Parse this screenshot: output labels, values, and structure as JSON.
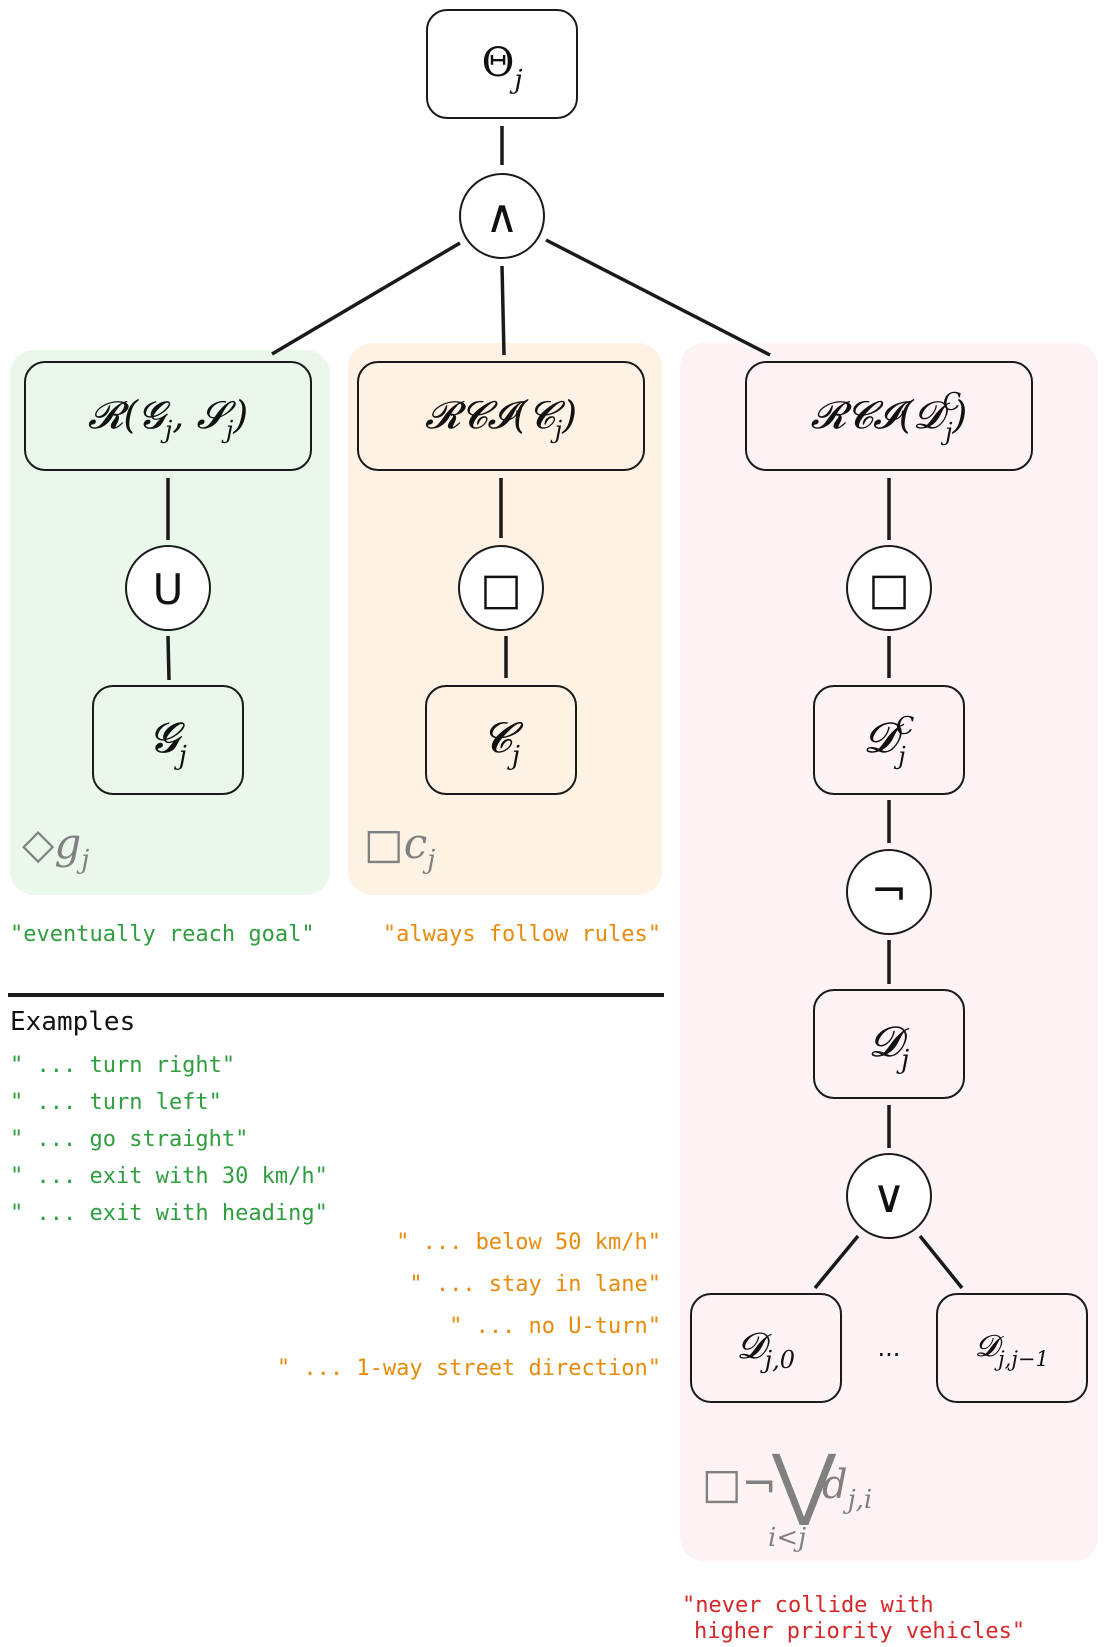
{
  "colors": {
    "green_bg": "#eaf8ec",
    "orange_bg": "#fef2e4",
    "pink_bg": "#fdf3f3",
    "green_text": "#2e9e3e",
    "orange_text": "#e88a0c",
    "red_text": "#d62728",
    "gray_math": "#808080",
    "line": "#1a1a1a"
  },
  "nodes": {
    "theta": {
      "main": "Θ",
      "sub": "j"
    },
    "and": "∧",
    "reach": {
      "label": "𝓡(𝓖",
      "sub1": "j",
      "mid": ", 𝓢",
      "sub2": "j",
      "end": ")"
    },
    "rci_c": {
      "label": "𝓡𝓒𝓘(𝓒",
      "sub": "j",
      "end": ")"
    },
    "rci_d": {
      "label": "𝓡𝓒𝓘(𝓓",
      "sup": "C",
      "sub": "j",
      "end": ")"
    },
    "until": "U",
    "box_c": "□",
    "box_d": "□",
    "goal": {
      "main": "𝓖",
      "sub": "j"
    },
    "constraint": {
      "main": "𝓒",
      "sub": "j"
    },
    "d_c": {
      "main": "𝓓",
      "sup": "C",
      "sub": "j"
    },
    "neg": "¬",
    "d_j": {
      "main": "𝓓",
      "sub": "j"
    },
    "or": "∨",
    "d_j0": {
      "main": "𝓓",
      "sub": "j,0"
    },
    "ellipsis": "...",
    "d_jj1": {
      "main": "𝓓",
      "sub": "j,j−1"
    }
  },
  "formulas": {
    "green": {
      "op": "◇",
      "var": "g",
      "sub": "j"
    },
    "orange": {
      "op": "□",
      "var": "c",
      "sub": "j"
    },
    "red": {
      "op": "□¬",
      "bigop": "⋁",
      "var": "d",
      "sub": "j,i",
      "under": "i<j"
    }
  },
  "captions": {
    "green": "\"eventually reach goal\"",
    "orange": "\"always follow rules\"",
    "red_line1": "\"never collide with",
    "red_line2": "higher priority vehicles\""
  },
  "examples": {
    "title": "Examples",
    "green": [
      "\" ...  turn right\"",
      "\" ...  turn left\"",
      "\" ...  go straight\"",
      "\" ...  exit with 30 km/h\"",
      "\" ...  exit with heading\""
    ],
    "orange": [
      "\" ...  below 50 km/h\"",
      "\" ...  stay in lane\"",
      "\" ...  no U-turn\"",
      "\" ...  1-way street direction\""
    ]
  }
}
